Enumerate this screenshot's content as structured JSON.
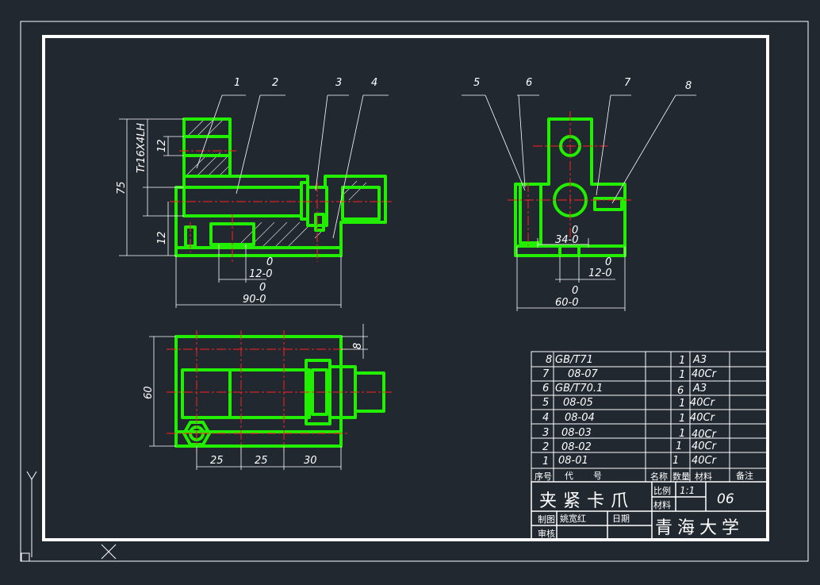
{
  "drawing": {
    "title": "夹紧卡爪",
    "scale_label": "比例",
    "scale_value": "1:1",
    "material_label": "材料",
    "drawing_number": "06",
    "drawn_label": "制图",
    "drawn_by": "姚宽红",
    "date_label": "日期",
    "review_label": "审核",
    "school": "青海大学"
  },
  "bom": {
    "header": {
      "seq": "序号",
      "code": "代",
      "code2": "号",
      "name": "名称",
      "qty": "数量",
      "material": "材料",
      "note": "备注"
    },
    "rows": [
      {
        "seq": "8",
        "code": "GB/T71",
        "qty": "1",
        "material": "A3"
      },
      {
        "seq": "7",
        "code": "08-07",
        "qty": "1",
        "material": "40Cr"
      },
      {
        "seq": "6",
        "code": "GB/T70.1",
        "qty": "6",
        "material": "A3"
      },
      {
        "seq": "5",
        "code": "08-05",
        "qty": "1",
        "material": "40Cr"
      },
      {
        "seq": "4",
        "code": "08-04",
        "qty": "1",
        "material": "40Cr"
      },
      {
        "seq": "3",
        "code": "08-03",
        "qty": "1",
        "material": "40Cr"
      },
      {
        "seq": "2",
        "code": "08-02",
        "qty": "1",
        "material": "40Cr"
      },
      {
        "seq": "1",
        "code": "08-01",
        "qty": "1",
        "material": "40Cr"
      }
    ]
  },
  "views": {
    "front": {
      "balloons": [
        "1",
        "2",
        "3",
        "4"
      ],
      "dims": {
        "thread": "Tr16X4LH",
        "d12a": "12",
        "d75": "75",
        "d12b": "12",
        "z1": "0",
        "d12_0": "12-0",
        "z2": "0",
        "d90_0": "90-0"
      }
    },
    "side": {
      "balloons": [
        "5",
        "6",
        "7",
        "8"
      ],
      "dims": {
        "z1": "0",
        "d34_0": "34-0",
        "z2": "0",
        "d12_0": "12-0",
        "z3": "0",
        "d60_0": "60-0"
      }
    },
    "top": {
      "dims": {
        "d8": "8",
        "d60": "60",
        "d25a": "25",
        "d25b": "25",
        "d30": "30"
      }
    }
  },
  "ucs": {
    "y_label": "Y"
  }
}
